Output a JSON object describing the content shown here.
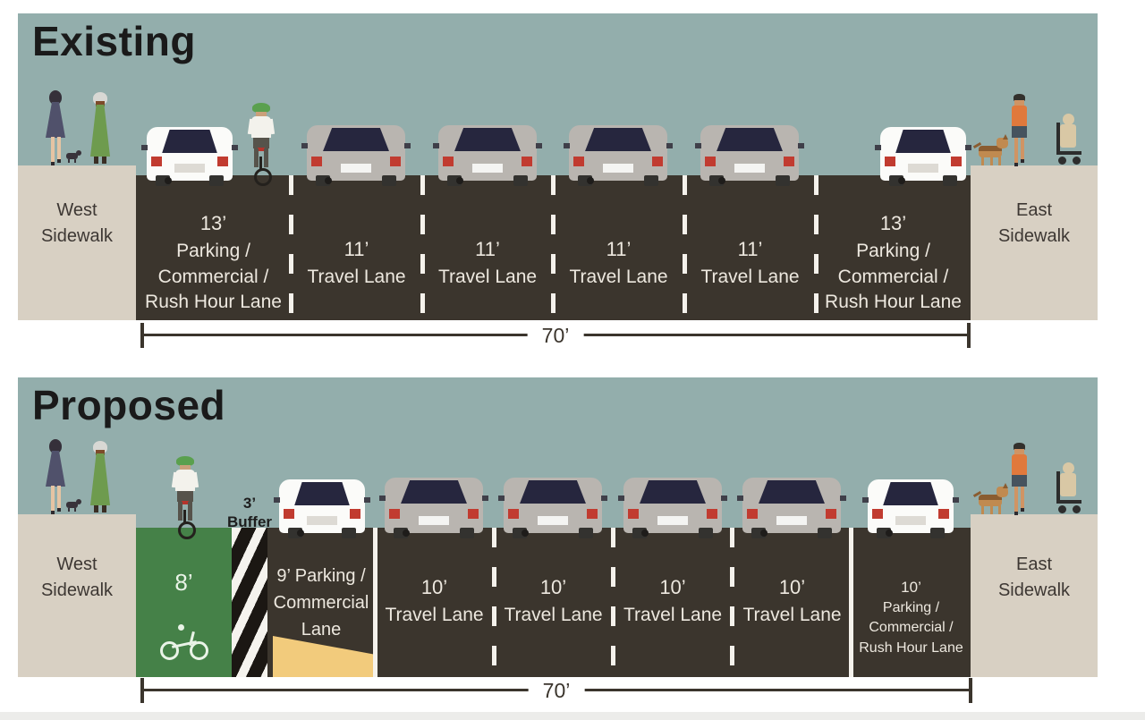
{
  "colors": {
    "sky": "#93aeac",
    "sidewalk": "#d8d0c3",
    "road": "#3b352d",
    "bike_lane_green": "#458148",
    "buffer_black": "#1b1713",
    "loading_zone_yellow": "#f2cb7c",
    "lane_text": "#ede8df",
    "title_text": "#1a1a1a",
    "dimension_line": "#3b352d"
  },
  "existing": {
    "title": "Existing",
    "west_sidewalk": "West\nSidewalk",
    "east_sidewalk": "East\nSidewalk",
    "lanes": [
      {
        "width": "13’",
        "name": "Parking /\nCommercial /\nRush Hour Lane"
      },
      {
        "width": "11’",
        "name": "Travel Lane"
      },
      {
        "width": "11’",
        "name": "Travel Lane"
      },
      {
        "width": "11’",
        "name": "Travel Lane"
      },
      {
        "width": "11’",
        "name": "Travel Lane"
      },
      {
        "width": "13’",
        "name": "Parking /\nCommercial /\nRush Hour Lane"
      }
    ],
    "total_width": "70’"
  },
  "proposed": {
    "title": "Proposed",
    "west_sidewalk": "West\nSidewalk",
    "east_sidewalk": "East\nSidewalk",
    "bike_lane_width": "8’",
    "buffer_label": "3’\nBuffer",
    "parking_lane_label": "9’ Parking /\nCommercial\nLane",
    "lanes": [
      {
        "width": "10’",
        "name": "Travel Lane"
      },
      {
        "width": "10’",
        "name": "Travel Lane"
      },
      {
        "width": "10’",
        "name": "Travel Lane"
      },
      {
        "width": "10’",
        "name": "Travel Lane"
      }
    ],
    "right_parking_lane": {
      "width": "10’",
      "name": "Parking /\nCommercial /\nRush Hour Lane"
    },
    "total_width": "70’"
  }
}
